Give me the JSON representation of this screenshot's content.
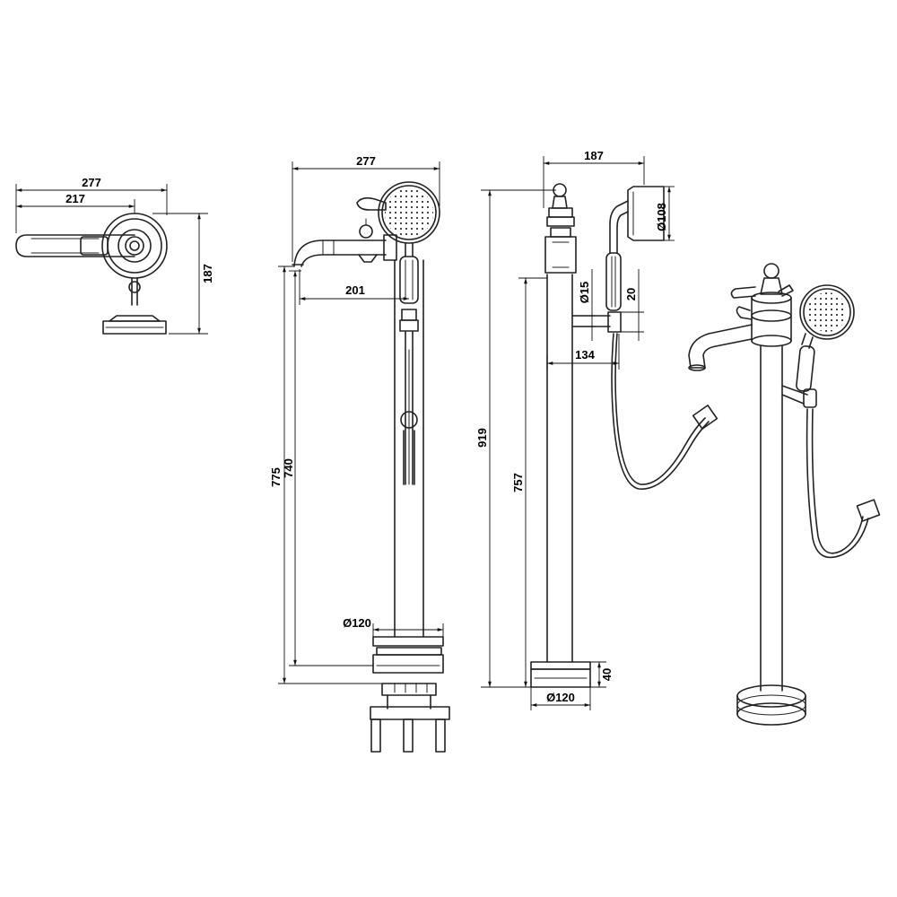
{
  "dimensions": {
    "top_total_width": "277",
    "top_spout_width": "217",
    "top_depth": "187",
    "front_total_width": "277",
    "front_spout_reach": "201",
    "front_spout_height": "775",
    "front_spout_outlet_height": "740",
    "front_base_diameter": "Ø120",
    "side_total_width": "187",
    "side_handshower_diameter": "Ø108",
    "side_pipe_diameter": "Ø15",
    "side_holder_size": "20",
    "side_holder_offset": "134",
    "side_total_height": "919",
    "side_column_height": "757",
    "side_base_height": "40",
    "side_base_diameter": "Ø120"
  }
}
